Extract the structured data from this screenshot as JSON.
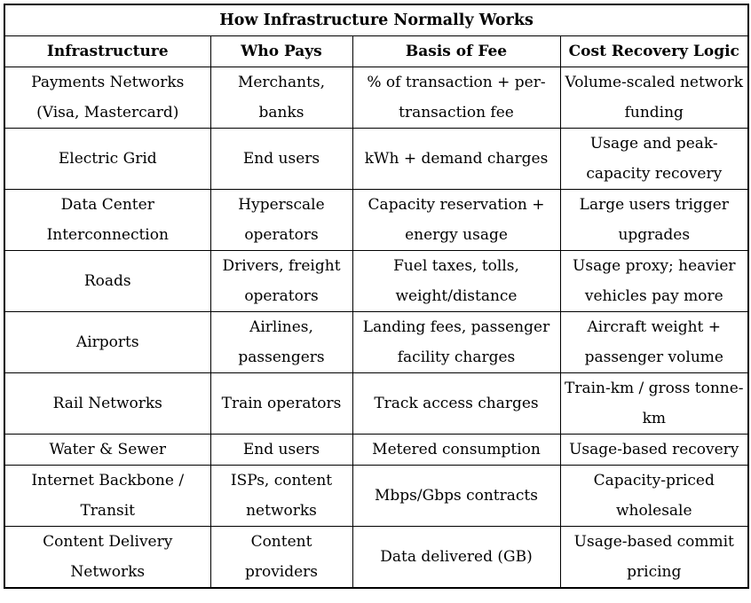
{
  "chart_data": {
    "type": "table",
    "title": "How Infrastructure Normally Works",
    "columns": [
      "Infrastructure",
      "Who Pays",
      "Basis of Fee",
      "Cost Recovery Logic"
    ],
    "rows": [
      [
        "Payments Networks (Visa, Mastercard)",
        "Merchants, banks",
        "% of transaction + per-transaction fee",
        "Volume-scaled network funding"
      ],
      [
        "Electric Grid",
        "End users",
        "kWh + demand charges",
        "Usage and peak-capacity recovery"
      ],
      [
        "Data Center Interconnection",
        "Hyperscale operators",
        "Capacity reservation + energy usage",
        "Large users trigger upgrades"
      ],
      [
        "Roads",
        "Drivers, freight operators",
        "Fuel taxes, tolls, weight/distance",
        "Usage proxy; heavier vehicles pay more"
      ],
      [
        "Airports",
        "Airlines, passengers",
        "Landing fees, passenger facility charges",
        "Aircraft weight + passenger volume"
      ],
      [
        "Rail Networks",
        "Train operators",
        "Track access charges",
        "Train-km / gross tonne-km"
      ],
      [
        "Water & Sewer",
        "End users",
        "Metered consumption",
        "Usage-based recovery"
      ],
      [
        "Internet Backbone / Transit",
        "ISPs, content networks",
        "Mbps/Gbps contracts",
        "Capacity-priced wholesale"
      ],
      [
        "Content Delivery Networks",
        "Content providers",
        "Data delivered (GB)",
        "Usage-based commit pricing"
      ]
    ],
    "layout": {
      "legend": "none",
      "grid": "full-cell-borders",
      "title_position": "top-spanning-row",
      "header_style": "bold",
      "text_align": "center"
    },
    "colors": {
      "border": "#000000",
      "text": "#000000",
      "background": "#ffffff"
    }
  }
}
